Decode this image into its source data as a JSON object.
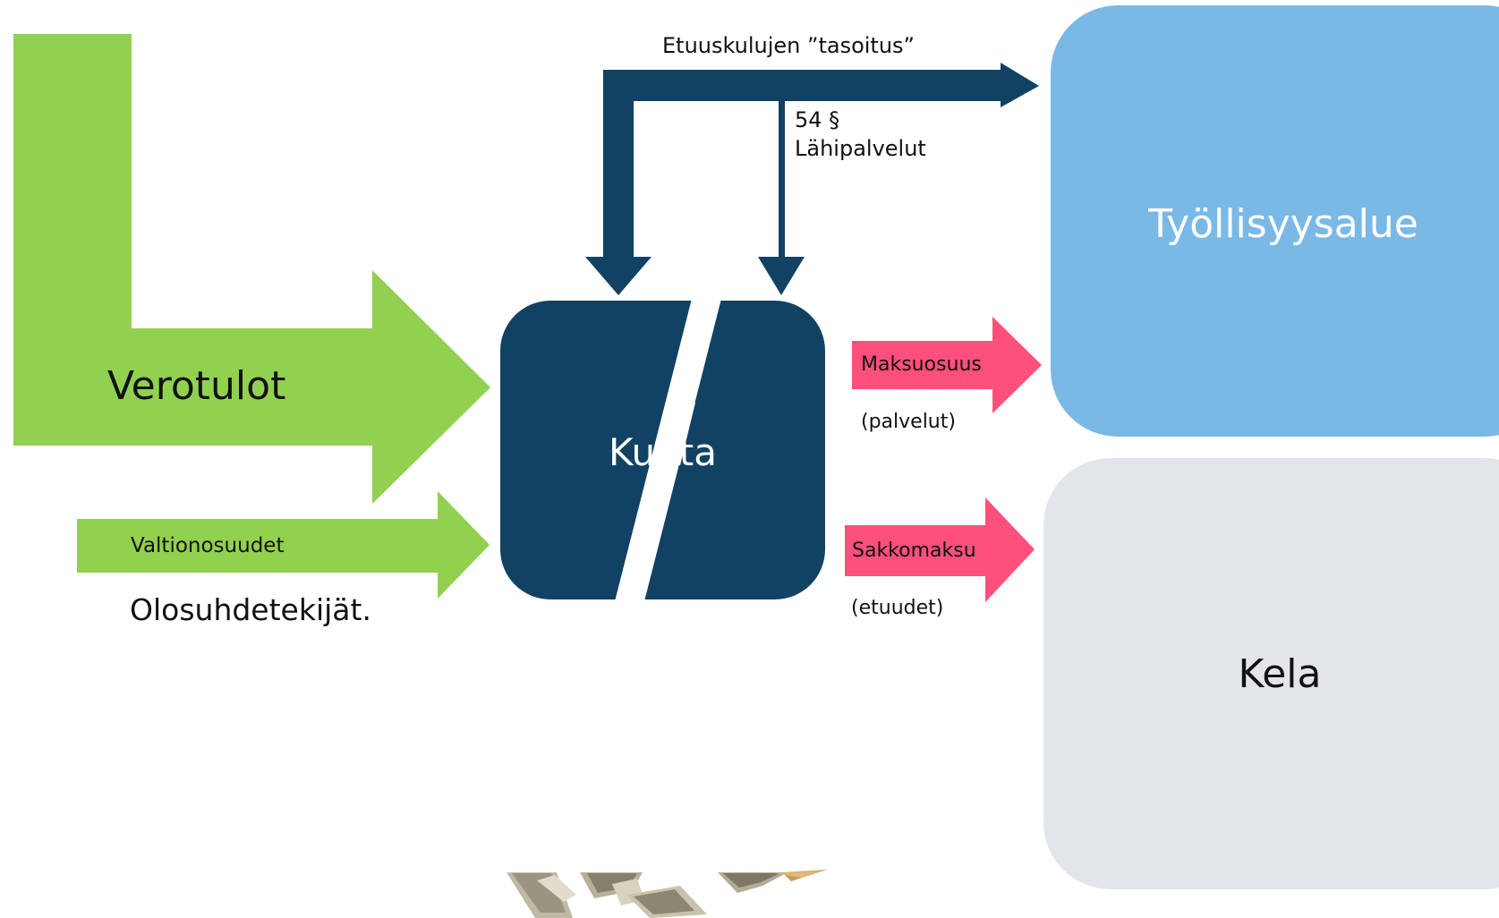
{
  "colors": {
    "green": "#92d050",
    "navy": "#124263",
    "pink": "#ff4f7b",
    "sky_blue": "#7ab9e6",
    "light_gray": "#e2e5ea",
    "white": "#ffffff"
  },
  "nodes": {
    "municipality": "Kunta",
    "employment_area": "Työllisyysalue",
    "kela": "Kela"
  },
  "flows": {
    "tax_income": "Verotulot",
    "state_subsidies": "Valtionosuudet",
    "conditions": "Olosuhdetekijät.",
    "benefit_equalization": "Etuuskulujen ”tasoitus”",
    "section_54": "54 §",
    "local_services": "Lähipalvelut",
    "payment_share": "Maksuosuus",
    "payment_share_note": "(palvelut)",
    "penalty_fee": "Sakkomaksu",
    "penalty_fee_note": "(etuudet)"
  },
  "icons": {
    "money": "money-bundles-icon"
  }
}
